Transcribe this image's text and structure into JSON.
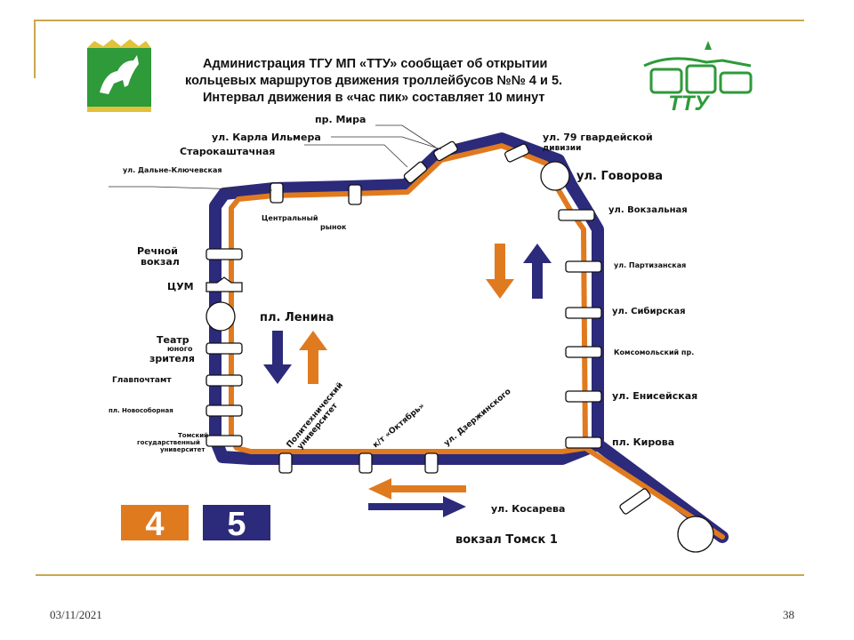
{
  "header": {
    "line1": "Администрация ТГУ МП «ТТУ» сообщает об открытии",
    "line2": "кольцевых маршрутов движения троллейбусов №№ 4 и 5.",
    "line3": "Интервал движения в «час пик» составляет 10 минут"
  },
  "logo_text": "ТТУ",
  "stops": {
    "mira": "пр. Мира",
    "ilmera": "ул. Карла Ильмера",
    "starokashtachnaya": "Старокаштачная",
    "dalne": "ул. Дальне-Ключевская",
    "gvard_1": "ул. 79 гвардейской",
    "gvard_2": "дивизии",
    "govorova": "ул. Говорова",
    "vokzalnaya": "ул. Вокзальная",
    "partizanskaya": "ул. Партизанская",
    "sibirskaya": "ул. Сибирская",
    "komsomolsky": "Комсомольский пр.",
    "eniseyskaya": "ул. Енисейская",
    "kirova": "пл. Кирова",
    "kosareva": "ул. Косарева",
    "tomsk1": "вокзал Томск 1",
    "centr_1": "Центральный",
    "centr_2": "рынок",
    "rechnoy_1": "Речной",
    "rechnoy_2": "вокзал",
    "tsum": "ЦУМ",
    "lenina": "пл. Ленина",
    "teatr_1": "Театр",
    "teatr_2": "юного",
    "teatr_3": "зрителя",
    "glavpochtamt": "Главпочтамт",
    "novosobornaya": "пл. Новособорная",
    "tgu_1": "Томский",
    "tgu_2": "государственный",
    "tgu_3": "университет",
    "poly_1": "Политехнический",
    "poly_2": "университет",
    "oktyabr": "к/т «Октябрь»",
    "dzerzh": "ул. Дзержинского"
  },
  "routes": [
    {
      "number": "4",
      "color": "#e07a1f"
    },
    {
      "number": "5",
      "color": "#2c2a7a"
    }
  ],
  "colors": {
    "frame": "#c8a84e",
    "route_orange": "#e07a1f",
    "route_navy": "#2c2a7a",
    "logo_green": "#2e9a3a"
  },
  "footer": {
    "date": "03/11/2021",
    "page": "38"
  }
}
